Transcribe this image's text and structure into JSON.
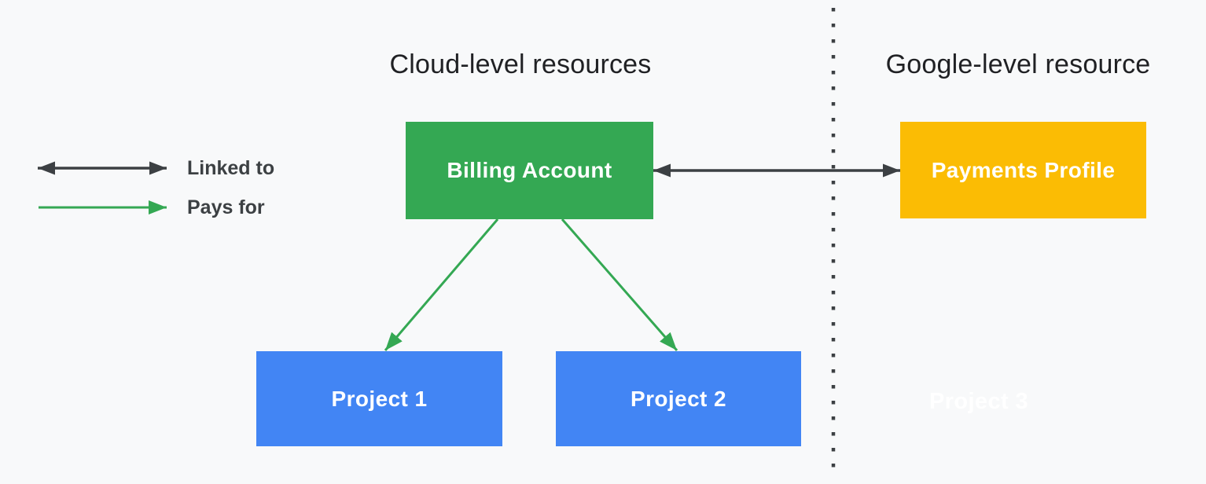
{
  "headers": {
    "left": "Cloud-level resources",
    "right": "Google-level resource"
  },
  "legend": {
    "linked_to": "Linked to",
    "pays_for": "Pays for"
  },
  "nodes": {
    "billing_account": "Billing Account",
    "payments_profile": "Payments Profile",
    "project1": "Project 1",
    "project2": "Project 2",
    "project3": "Project 3"
  },
  "colors": {
    "background": "#f8f9fa",
    "green": "#34a853",
    "blue": "#4285f4",
    "yellow": "#fbbc04",
    "ink": "#3c4043",
    "heading": "#202124",
    "boxText": "#ffffff",
    "ghostText": "#ffffff"
  }
}
